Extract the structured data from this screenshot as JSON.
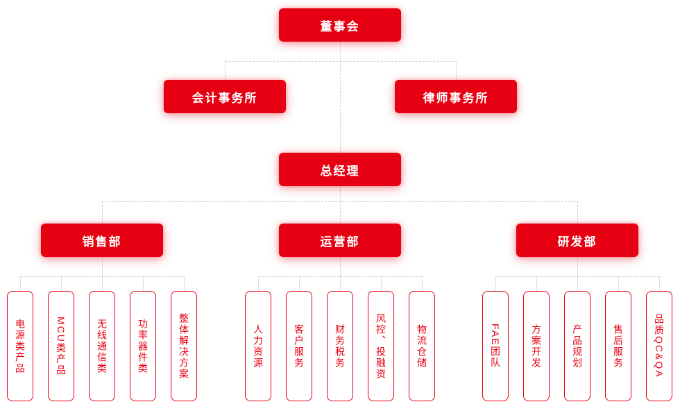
{
  "org_chart": {
    "root": {
      "label": "董事会"
    },
    "advisors": [
      {
        "label": "会计事务所"
      },
      {
        "label": "律师事务所"
      }
    ],
    "general_manager": {
      "label": "总经理"
    },
    "departments": [
      {
        "label": "销售部",
        "children": [
          "电源类产品",
          "MCU类产品",
          "无线通信类",
          "功率器件类",
          "整体解决方案"
        ]
      },
      {
        "label": "运营部",
        "children": [
          "人力资源",
          "客户服务",
          "财务税务",
          "风控、投融资",
          "物流仓储"
        ]
      },
      {
        "label": "研发部",
        "children": [
          "FAE团队",
          "方案开发",
          "产品规划",
          "售后服务",
          "品质QC&QA"
        ]
      }
    ],
    "colors": {
      "node_fill_red": "#e60012",
      "node_text_white": "#ffffff",
      "leaf_border_red": "#e60012",
      "leaf_text_red": "#e60012",
      "leaf_fill_white": "#ffffff",
      "connector_gray": "#cfcfcf"
    }
  }
}
